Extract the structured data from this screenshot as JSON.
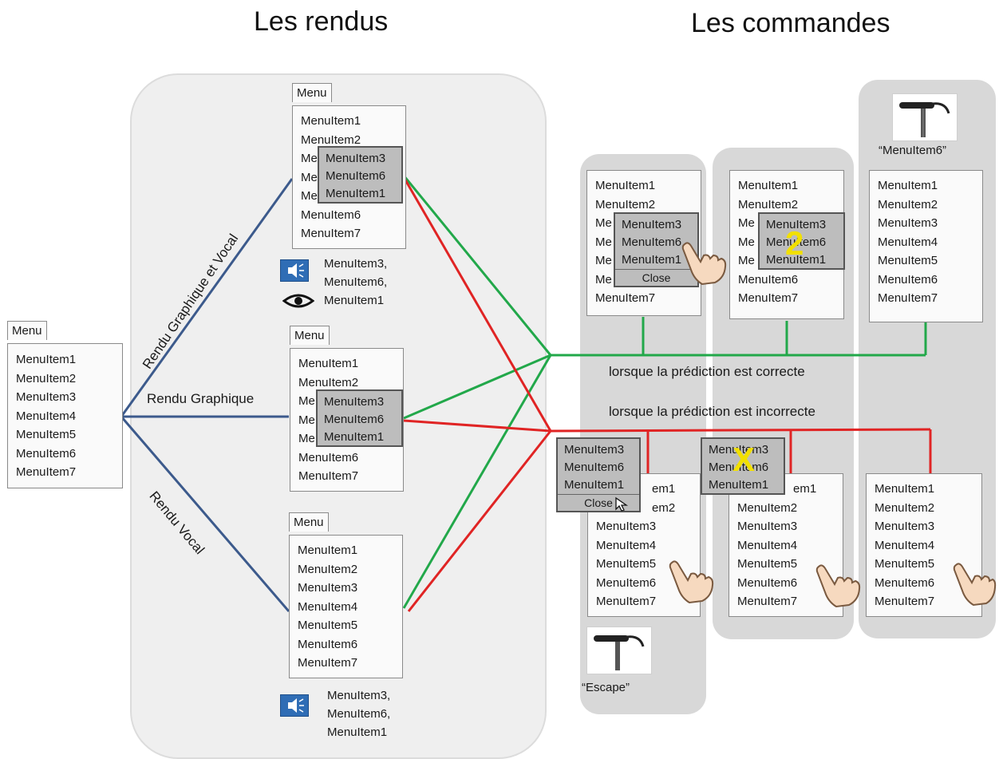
{
  "titles": {
    "left": "Les rendus",
    "right": "Les commandes"
  },
  "source_menu": {
    "tab": "Menu",
    "items": [
      "MenuItem1",
      "MenuItem2",
      "MenuItem3",
      "MenuItem4",
      "MenuItem5",
      "MenuItem6",
      "MenuItem7"
    ]
  },
  "branch_labels": {
    "graphic_vocal": "Rendu Graphique et Vocal",
    "graphic": "Rendu Graphique",
    "vocal": "Rendu Vocal"
  },
  "render_menu": {
    "tab": "Menu",
    "items": [
      "MenuItem1",
      "MenuItem2",
      "Me",
      "Me",
      "Me",
      "MenuItem6",
      "MenuItem7"
    ],
    "items_full": [
      "MenuItem1",
      "MenuItem2",
      "MenuItem3",
      "MenuItem4",
      "MenuItem5",
      "MenuItem6",
      "MenuItem7"
    ]
  },
  "prediction": [
    "MenuItem3",
    "MenuItem6",
    "MenuItem1"
  ],
  "speech": {
    "line1": "MenuItem3,",
    "line2": "MenuItem6,",
    "line3": "MenuItem1"
  },
  "icons": {
    "speaker": "speaker-icon",
    "eye": "eye-icon",
    "hand": "hand-pointer-icon",
    "mic": "microphone-icon",
    "cursor": "mouse-cursor-icon"
  },
  "commands": {
    "correct_label": "lorsque la prédiction est correcte",
    "incorrect_label": "lorsque la prédiction est incorrecte",
    "close_label": "Close",
    "mark_two": "2",
    "mark_x": "X",
    "voice_item6": "“MenuItem6”",
    "voice_escape": "“Escape”",
    "cmd_items": [
      "MenuItem1",
      "MenuItem2",
      "Me",
      "Me",
      "Me",
      "Me",
      "MenuItem7"
    ],
    "cmd_items2": [
      "MenuItem1",
      "MenuItem2",
      "Me",
      "Me",
      "Me",
      "MenuItem6",
      "MenuItem7"
    ],
    "low_items": [
      "em1",
      "em2",
      "MenuItem3",
      "MenuItem4",
      "MenuItem5",
      "MenuItem6",
      "MenuItem7"
    ],
    "low_items_full": [
      "MenuItem1",
      "MenuItem2",
      "MenuItem3",
      "MenuItem4",
      "MenuItem5",
      "MenuItem6",
      "MenuItem7"
    ]
  },
  "colors": {
    "blue_line": "#3c5a8c",
    "green_line": "#22a84a",
    "red_line": "#e02424",
    "speaker": "#2f6db5",
    "mark": "#f2e000"
  }
}
